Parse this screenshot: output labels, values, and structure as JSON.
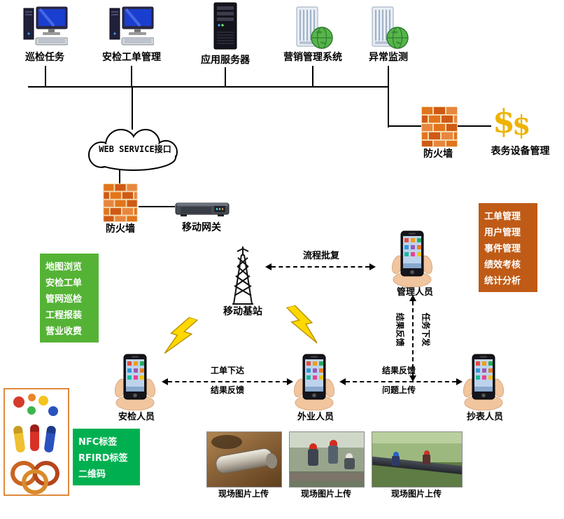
{
  "diagram": {
    "top_nodes": [
      {
        "label": "巡检任务"
      },
      {
        "label": "安检工单管理"
      },
      {
        "label": "应用服务器"
      },
      {
        "label": "营销管理系统"
      },
      {
        "label": "异常监测"
      }
    ],
    "cloud_label": "WEB SERVICE接口",
    "firewall_top_label": "防火墙",
    "meter_device_label": "表务设备管理",
    "firewall_left_label": "防火墙",
    "gateway_label": "移动网关",
    "base_station_label": "移动基站",
    "manager_label": "管理人员",
    "flow_approval_label": "流程批复",
    "feedback_vertical": {
      "left": "结果反馈",
      "right": "任务下发"
    },
    "worker_arrows": {
      "left_top": "工单下达",
      "left_bottom": "结果反馈",
      "right_top": "结果反馈",
      "right_bottom": "问题上传"
    },
    "people": [
      {
        "label": "安检人员"
      },
      {
        "label": "外业人员"
      },
      {
        "label": "抄表人员"
      }
    ],
    "left_function_box": {
      "items": [
        "地图浏览",
        "安检工单",
        "管网巡检",
        "工程报装",
        "营业收费"
      ]
    },
    "right_function_box": {
      "items": [
        "工单管理",
        "用户管理",
        "事件管理",
        "绩效考核",
        "统计分析"
      ]
    },
    "tag_box": {
      "items": [
        "NFC标签",
        "RFIRD标签",
        "二维码"
      ]
    },
    "photo_captions": [
      "现场图片上传",
      "现场图片上传",
      "现场图片上传"
    ],
    "icons": {
      "dollar": "$"
    },
    "colors": {
      "green_box": "#54b335",
      "bright_green_box": "#00b050",
      "orange_box": "#bf5b16",
      "firewall_brick": "#e07818",
      "gold": "#eeb300",
      "bolt_yellow": "#ffd800"
    }
  }
}
